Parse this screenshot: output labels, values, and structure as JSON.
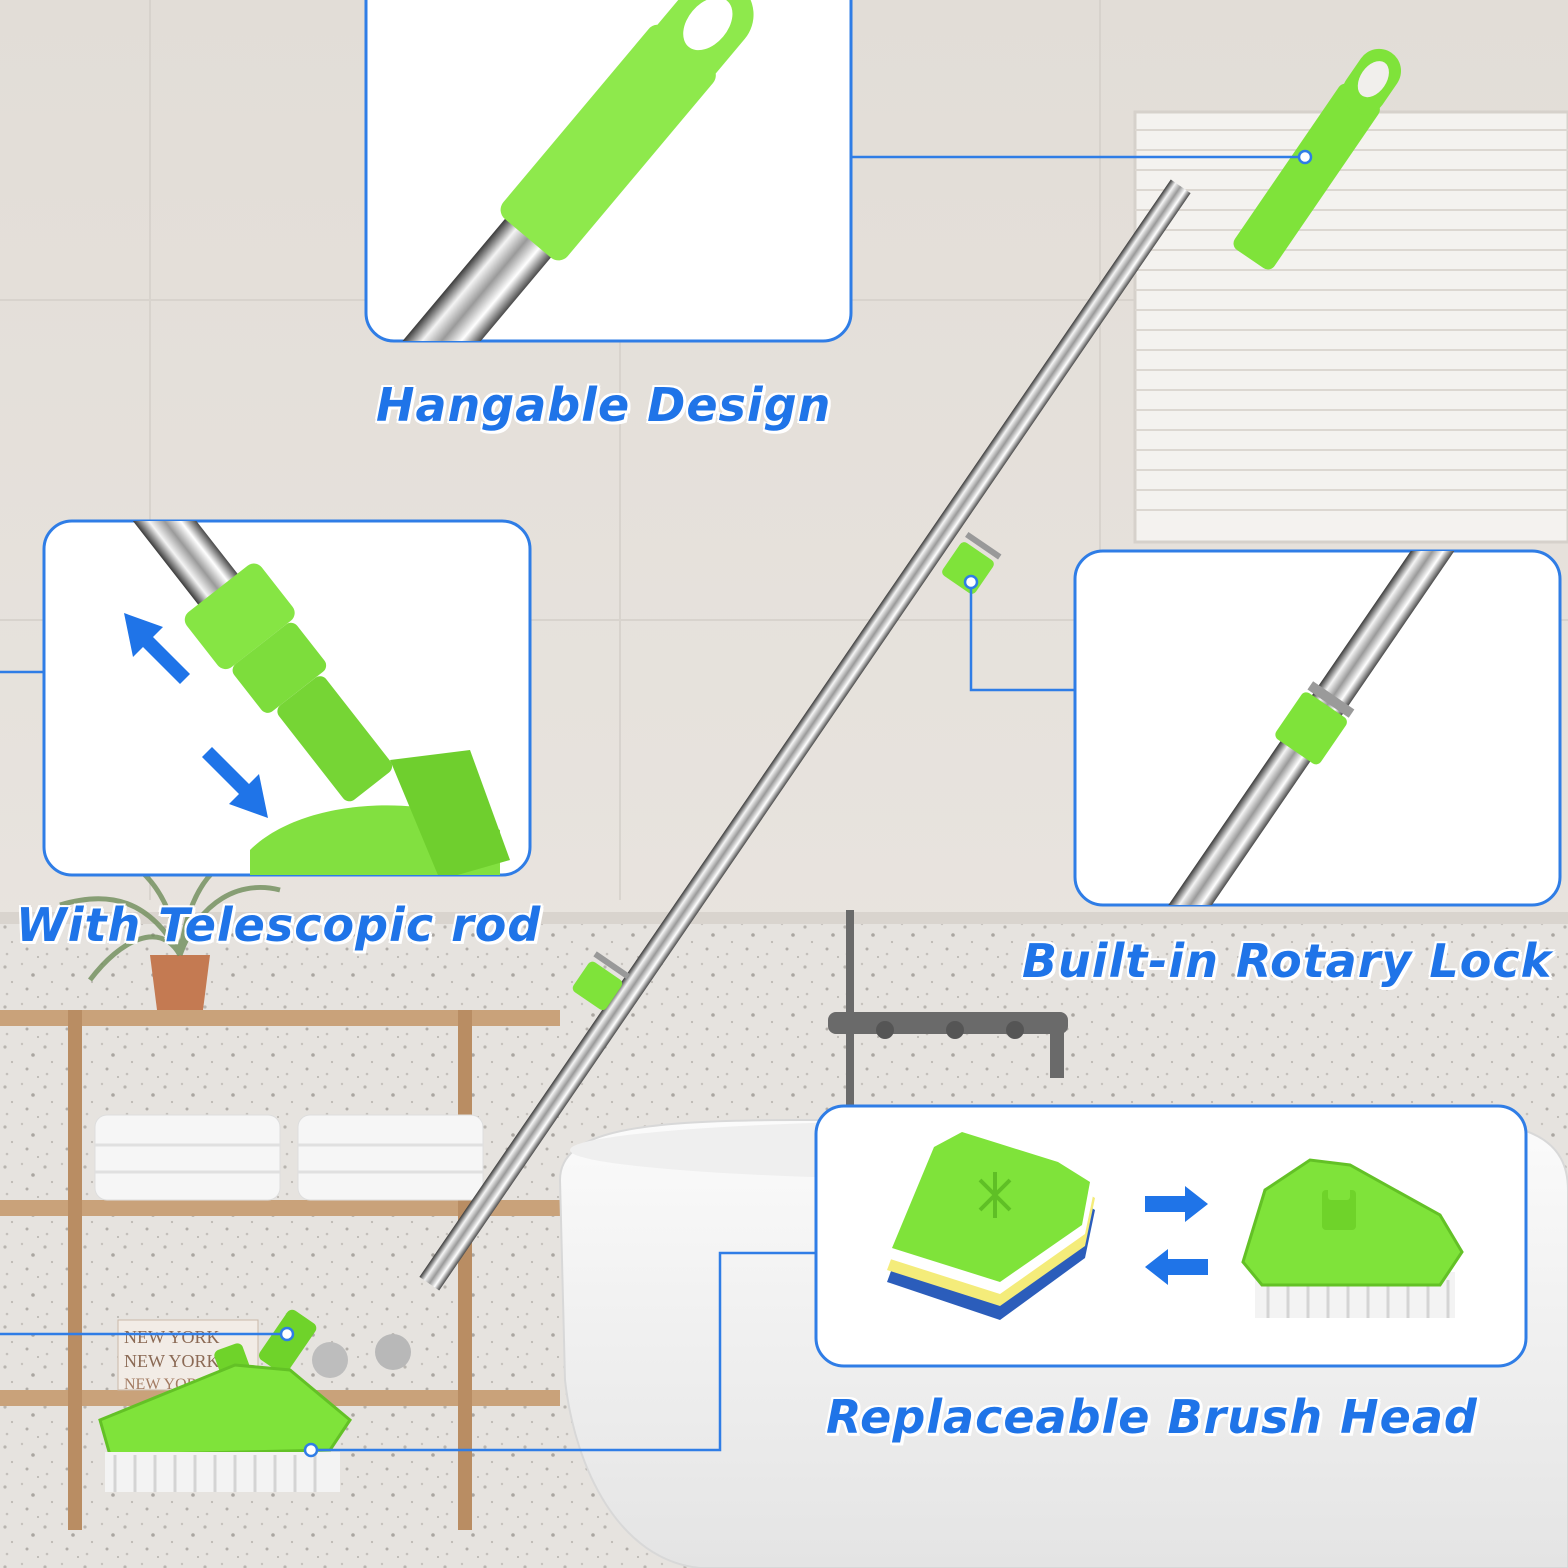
{
  "features": {
    "hangable": {
      "label": "Hangable Design"
    },
    "telescopic": {
      "label": "With Telescopic rod"
    },
    "rotary_lock": {
      "label": "Built-in Rotary Lock"
    },
    "brush_head": {
      "label": "Replaceable Brush Head"
    }
  },
  "background": {
    "towel_label_1": "NEW YORK",
    "towel_label_2": "NEW YORK",
    "towel_label_3": "NEW YORK"
  },
  "colors": {
    "accent_blue": "#1f74e8",
    "product_green": "#7fe33a",
    "card_border": "#2f7de6"
  }
}
